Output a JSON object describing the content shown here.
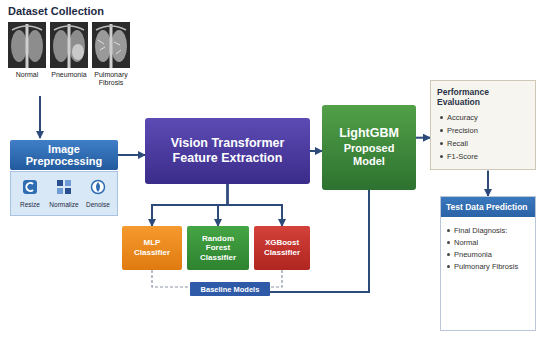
{
  "diagram": {
    "title": "Dataset Collection",
    "nodes": [
      {
        "text": [
          "Image Preprocessing"
        ]
      },
      {
        "text": [
          "Resize",
          "Normalize",
          "Denoise"
        ]
      },
      {
        "text": [
          "Vision Transformer Feature Extraction"
        ]
      },
      {
        "text": [
          "LightGBM",
          "Proposed Model"
        ]
      },
      {
        "text": [
          "Performance Evaluation",
          "Accuracy",
          "Precision",
          "Recall",
          "F1-Score"
        ]
      },
      {
        "text": [
          "MLP Classifier"
        ]
      },
      {
        "text": [
          "Random Forest Classifier"
        ]
      },
      {
        "text": [
          "XGBoost Classifier"
        ]
      },
      {
        "text": [
          "Baseline Models"
        ]
      },
      {
        "text": [
          "Test Data Prediction",
          "Final Diagnosis:",
          "Normal",
          "Pneumonia",
          "Pulmonary Fibrosis"
        ]
      }
    ],
    "edges": [
      {
        "from": 0,
        "to": 2,
        "arrow": "to"
      },
      {
        "from": 2,
        "to": 3,
        "arrow": "to"
      },
      {
        "from": 3,
        "to": 4,
        "arrow": "to"
      },
      {
        "from": 4,
        "to": 9,
        "arrow": "to"
      },
      {
        "from": 2,
        "to": 5,
        "arrow": "to"
      },
      {
        "from": 2,
        "to": 6,
        "arrow": "to"
      },
      {
        "from": 2,
        "to": 7,
        "arrow": "to"
      },
      {
        "from": 5,
        "to": 8,
        "arrow": "none"
      },
      {
        "from": 7,
        "to": 8,
        "arrow": "none"
      },
      {
        "from": 3,
        "to": 8,
        "arrow": "none"
      }
    ],
    "labels": [
      "Normal",
      "Pneumonia",
      "Pulmonary Fibrosis"
    ]
  }
}
